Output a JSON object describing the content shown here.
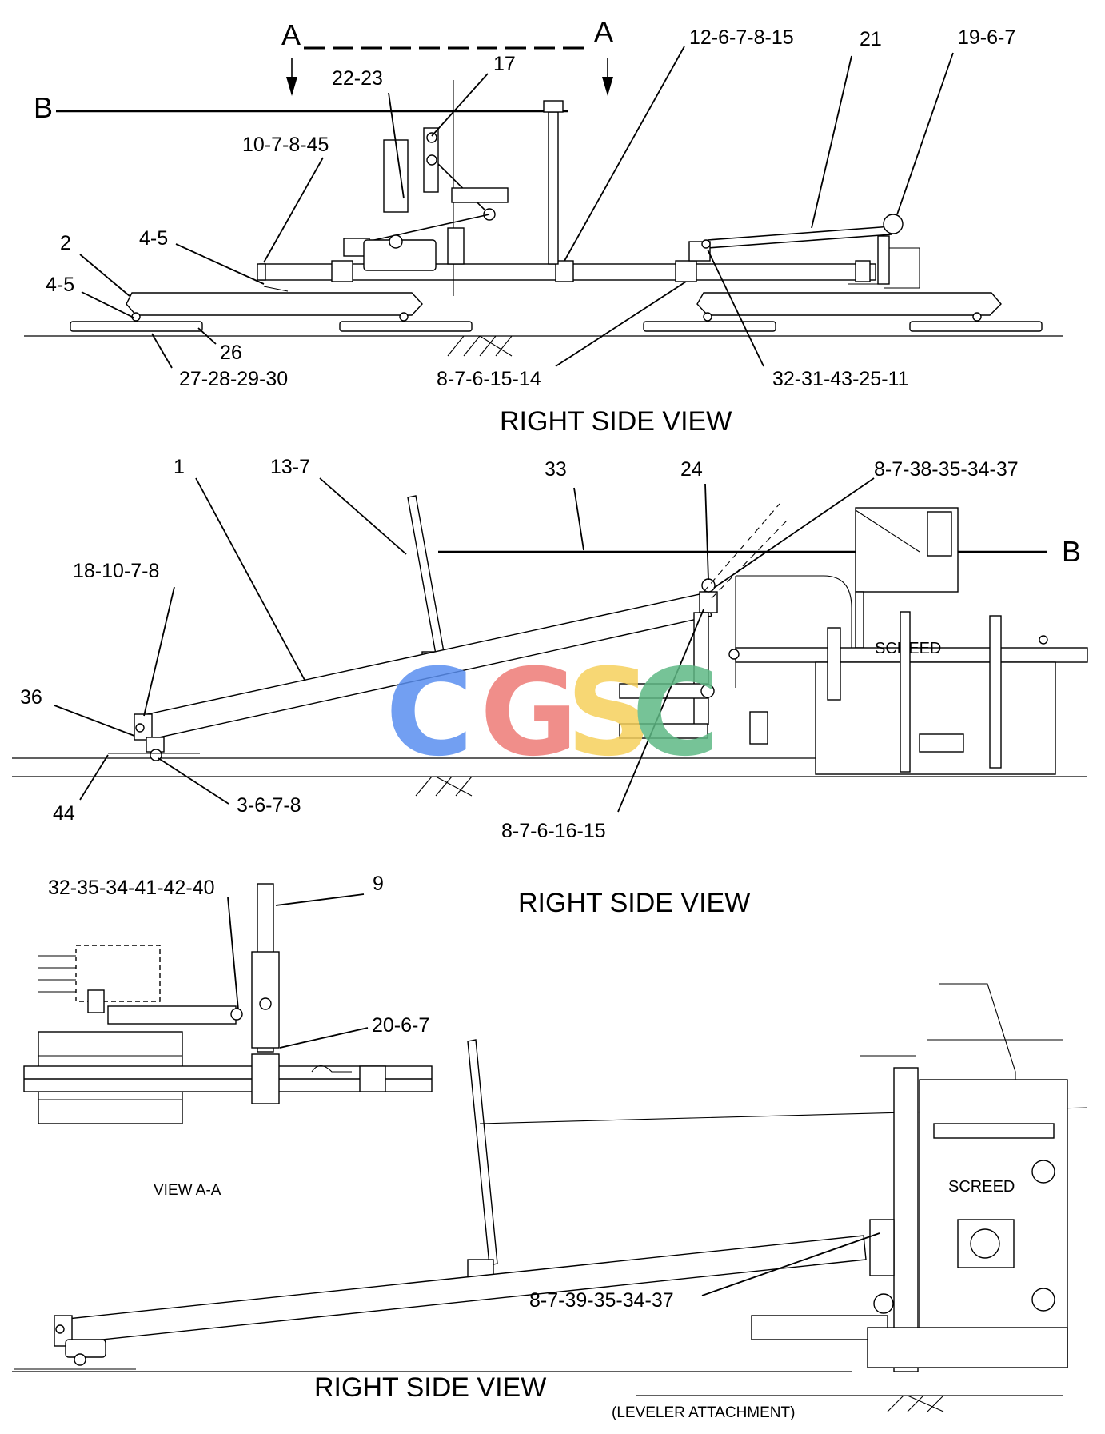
{
  "diagram": {
    "views": {
      "top_title": "RIGHT SIDE VIEW",
      "middle_title": "RIGHT SIDE VIEW",
      "bottom_title": "RIGHT SIDE VIEW",
      "bottom_subtitle": "(LEVELER ATTACHMENT)",
      "section_view": "VIEW A-A"
    },
    "section_marks": {
      "a_left": "A",
      "a_right": "A",
      "b_top": "B",
      "b_middle": "B"
    },
    "callouts_top": {
      "c22_23": "22-23",
      "c17": "17",
      "c12_6_7_8_15": "12-6-7-8-15",
      "c21": "21",
      "c19_6_7": "19-6-7",
      "c10_7_8_45": "10-7-8-45",
      "c2": "2",
      "c4_5_upper": "4-5",
      "c4_5_lower": "4-5",
      "c26": "26",
      "c27_28_29_30": "27-28-29-30",
      "c8_7_6_15_14": "8-7-6-15-14",
      "c32_31_43_25_11": "32-31-43-25-11"
    },
    "callouts_middle": {
      "c1": "1",
      "c13_7": "13-7",
      "c33": "33",
      "c24": "24",
      "c8_7_38_35_34_37": "8-7-38-35-34-37",
      "c18_10_7_8": "18-10-7-8",
      "c36": "36",
      "c44": "44",
      "c3_6_7_8": "3-6-7-8",
      "c8_7_6_16_15": "8-7-6-16-15"
    },
    "callouts_bottom": {
      "c32_35_34_41_42_40": "32-35-34-41-42-40",
      "c9": "9",
      "c20_6_7": "20-6-7",
      "c8_7_39_35_34_37": "8-7-39-35-34-37"
    },
    "screed_labels": {
      "middle": "SCREED",
      "bottom": "SCREED"
    },
    "watermark": {
      "letters": [
        "C",
        "G",
        "S",
        "C"
      ],
      "colors": [
        "#5a8ff0",
        "#ee7b76",
        "#f6d15c",
        "#5fb985"
      ]
    }
  }
}
